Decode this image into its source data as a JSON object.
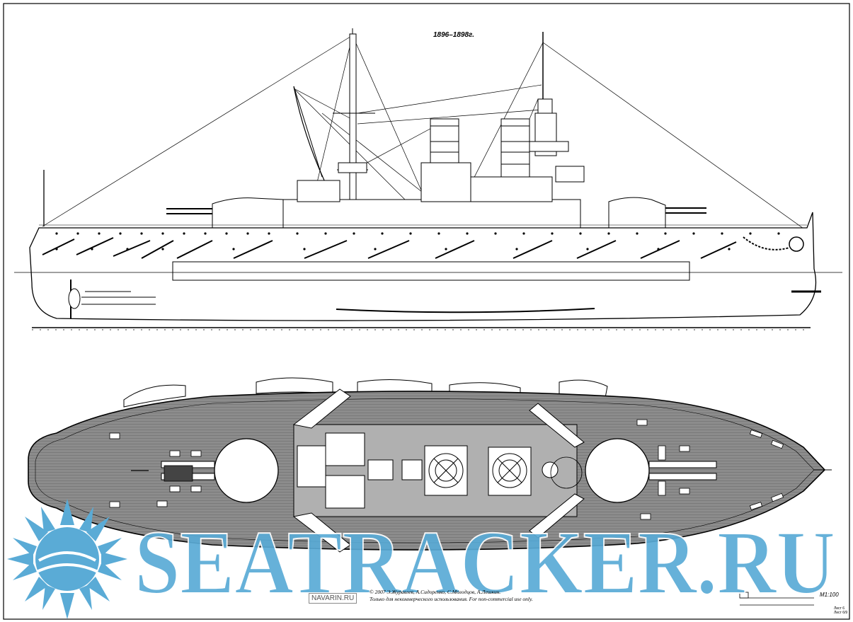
{
  "drawing": {
    "years": "1896–1898г.",
    "credit_line1": "© 2007 Э.Журавлев, А.Сидоренко, С.Молодцов, А.Лешкин.",
    "credit_line2": "Только для некоммерческого использования. For non-commercial use only.",
    "navarin_badge": "NAVARIN.RU",
    "scale": "M1:100",
    "sheet_line1": "Лист 6",
    "sheet_line2": "Лист 6/9",
    "watermark": "SEATRACKER.RU"
  },
  "colors": {
    "line": "#000000",
    "deck": "#8c8c8c",
    "deck_plank": "#6e6e6e",
    "watermark": "#5aabd6",
    "watermark_light": "#ffffff"
  },
  "icons": {
    "watermark_logo": "sun-over-waves-icon"
  }
}
